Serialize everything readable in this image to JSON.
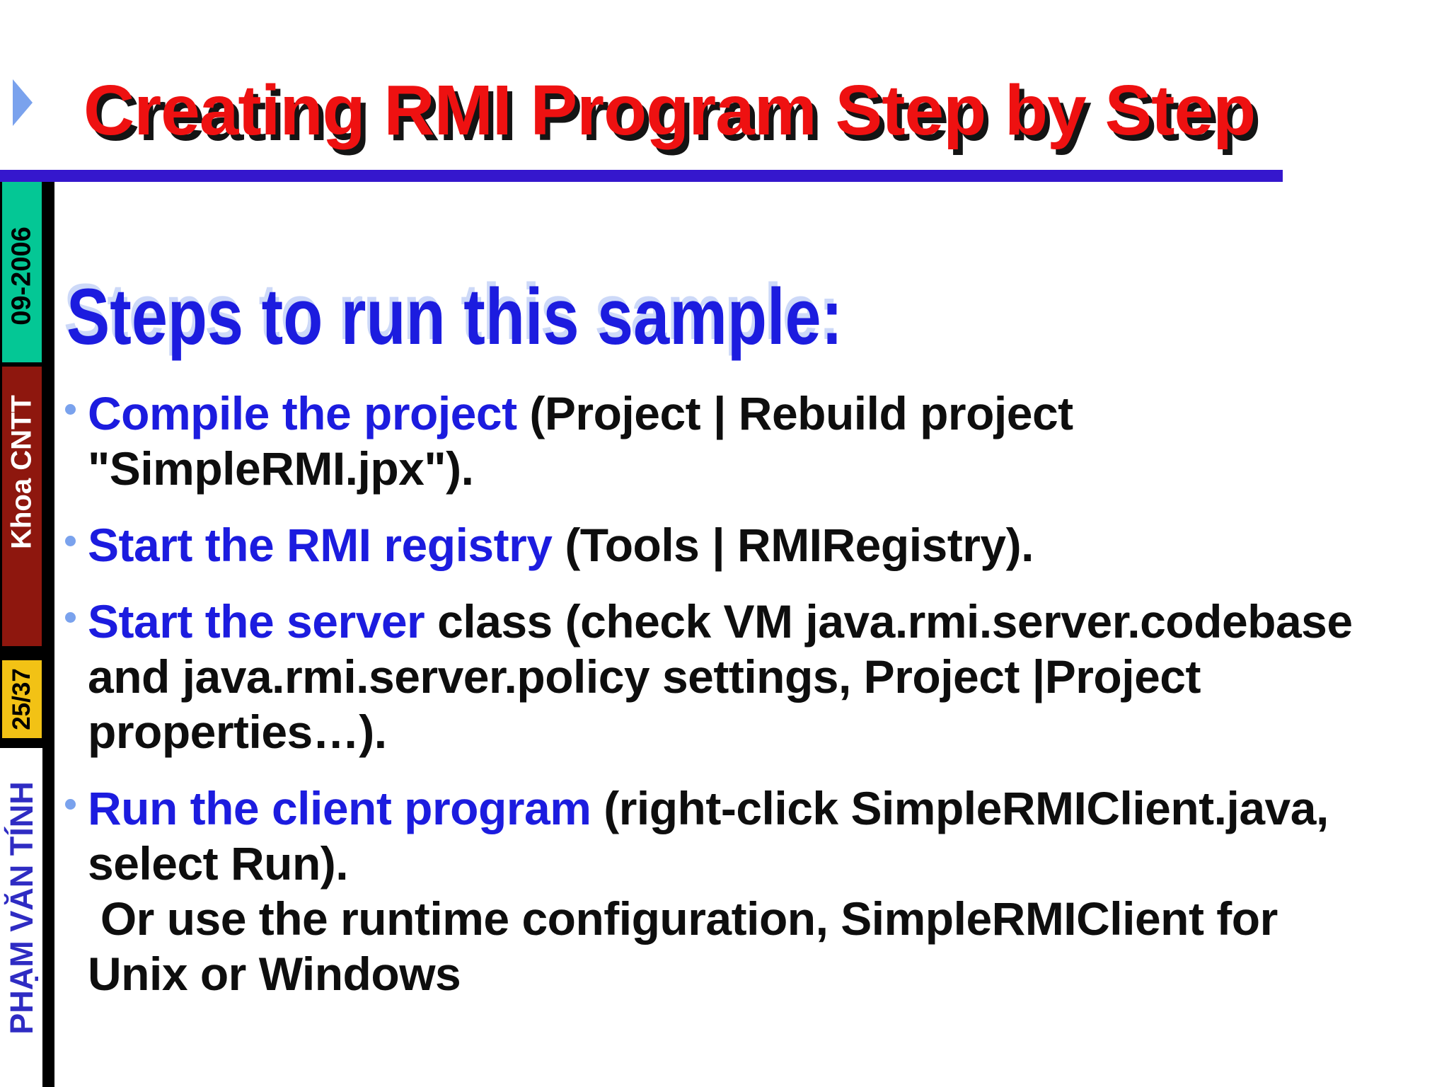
{
  "title": {
    "text": "Creating RMI Program Step by Step"
  },
  "heading": {
    "text": "Steps to run this sample:"
  },
  "bullets": [
    {
      "runs": [
        {
          "style": "blue",
          "text": "Compile the project"
        },
        {
          "style": "black",
          "text": " (Project | Rebuild project\n\"SimpleRMI.jpx\")."
        }
      ]
    },
    {
      "runs": [
        {
          "style": "blue",
          "text": "Start the RMI registry"
        },
        {
          "style": "black",
          "text": " (Tools | RMIRegistry)."
        }
      ]
    },
    {
      "runs": [
        {
          "style": "blue",
          "text": "Start the server"
        },
        {
          "style": "black",
          "text": " class (check VM java.rmi.server.codebase\nand java.rmi.server.policy settings, Project |Project\nproperties…)."
        }
      ]
    },
    {
      "runs": [
        {
          "style": "blue",
          "text": "Run the client program"
        },
        {
          "style": "black",
          "text": " (right-click SimpleRMIClient.java,\nselect Run).\n Or use the runtime configuration, SimpleRMIClient for\nUnix or Windows"
        }
      ]
    }
  ],
  "sidebar": {
    "date": "09-2006",
    "faculty": "Khoa CNTT",
    "page": "25/37",
    "author": "PHẠM VĂN TÍNH"
  },
  "colors": {
    "title_red": "#ee1111",
    "title_shadow": "#141414",
    "divider_purple": "#3517cd",
    "heading_blue": "#1c1cdf",
    "body_black": "#0e0e0e",
    "bullet_dot_blue": "#7aa2ed",
    "arrow_blue": "#7aa2ed",
    "sidebar_teal": "#04c795",
    "sidebar_dark_red": "#8e170e",
    "sidebar_yellow": "#f2c215",
    "sidebar_black": "#000000",
    "author_blue": "#2f2cc3"
  }
}
